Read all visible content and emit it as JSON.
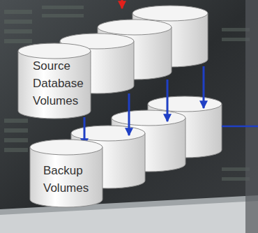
{
  "diagram": {
    "nodes": [
      {
        "text": [
          "Source Database Volumes"
        ]
      },
      {
        "text": [
          "Backup Volumes"
        ]
      }
    ],
    "edges": [
      {
        "from": 0,
        "to": 1,
        "arrow": "to"
      }
    ]
  }
}
